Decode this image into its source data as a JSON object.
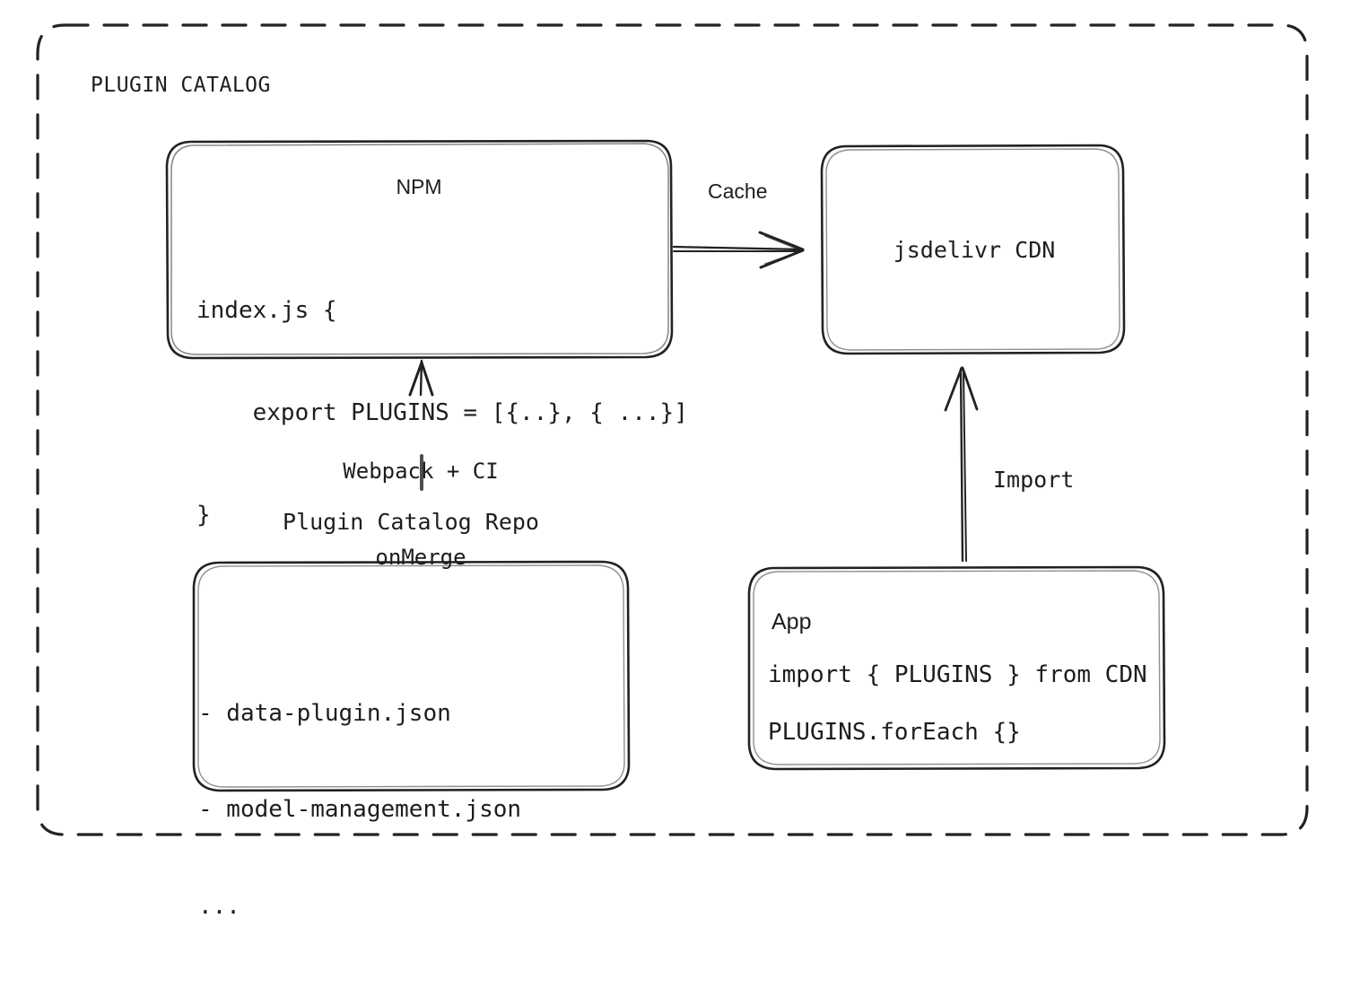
{
  "diagram": {
    "title": "PLUGIN CATALOG",
    "frame": {
      "style": "dashed-rounded-rectangle",
      "stroke": "#222222"
    },
    "ink_color": "#1d1d1f",
    "background": "#ffffff",
    "nodes": {
      "npm": {
        "label": "NPM",
        "code_line_1": "index.js {",
        "code_line_2": "    export PLUGINS = [{..}, { ...}]",
        "code_line_3": "}"
      },
      "cdn": {
        "label": "jsdelivr CDN"
      },
      "repo": {
        "caption": "Plugin Catalog Repo",
        "item_1": "- data-plugin.json",
        "item_2": "- model-management.json",
        "item_3": "..."
      },
      "app": {
        "label": "App",
        "code_line_1": "import { PLUGINS } from CDN",
        "code_line_2": "PLUGINS.forEach {}"
      }
    },
    "edges": {
      "npm_to_cdn": {
        "label": "Cache",
        "direction": "right"
      },
      "repo_to_npm": {
        "label_line_1": "Webpack + CI",
        "label_line_2": "onMerge",
        "direction": "up"
      },
      "app_to_cdn": {
        "label": "Import",
        "direction": "up"
      }
    }
  }
}
